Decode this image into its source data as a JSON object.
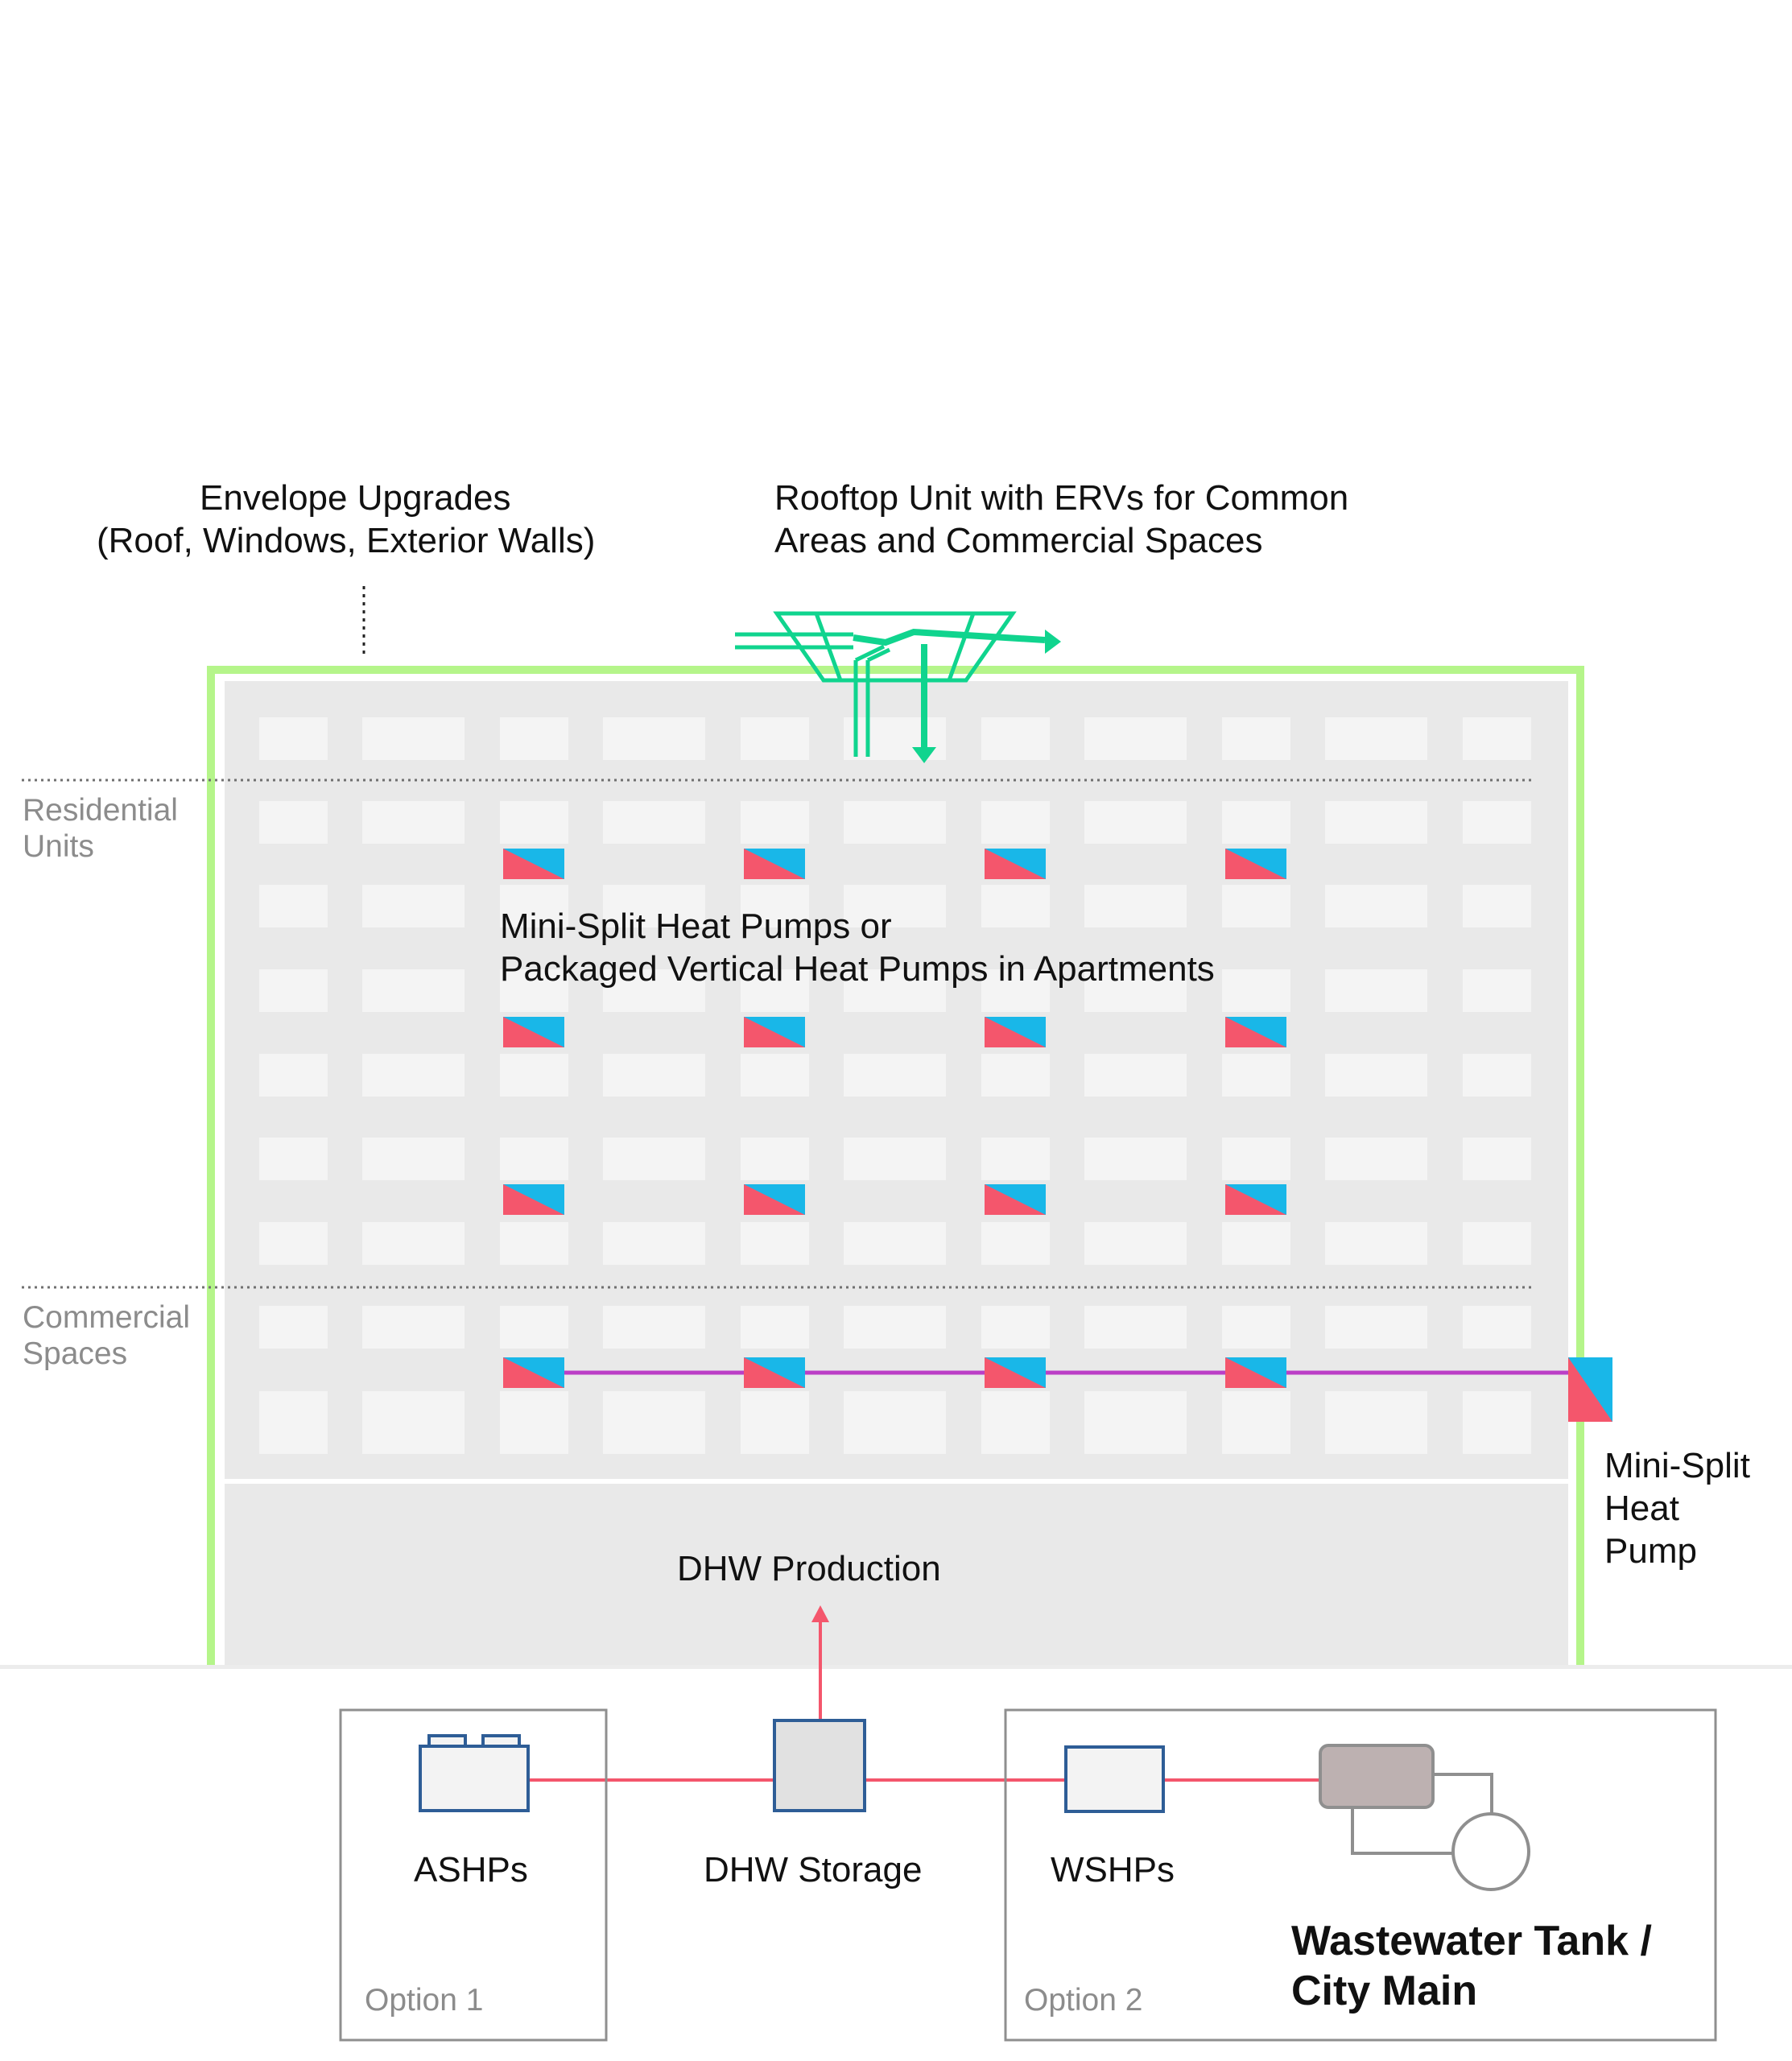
{
  "labels": {
    "envelope": {
      "line1": "Envelope Upgrades",
      "line2": "(Roof, Windows, Exterior Walls)"
    },
    "rooftop": {
      "line1": "Rooftop Unit with ERVs for Common",
      "line2": "Areas and Commercial Spaces"
    },
    "residential": {
      "line1": "Residential",
      "line2": "Units"
    },
    "commercial": {
      "line1": "Commercial",
      "line2": "Spaces"
    },
    "apartments": {
      "line1": "Mini-Split Heat Pumps or",
      "line2": "Packaged Vertical Heat Pumps in Apartments"
    },
    "minisplit": {
      "line1": "Mini-Split",
      "line2": "Heat",
      "line3": "Pump"
    },
    "dhw_production": "DHW Production",
    "ashps": "ASHPs",
    "dhw_storage": "DHW Storage",
    "wshps": "WSHPs",
    "wastewater": {
      "line1": "Wastewater Tank /",
      "line2": "City Main"
    },
    "option1": "Option 1",
    "option2": "Option 2"
  },
  "colors": {
    "envelope_outline": "#b5f58a",
    "erv": "#10d48e",
    "heat_pump_red": "#f4566c",
    "heat_pump_blue": "#19b7e8",
    "refrigerant_line": "#bb3fc6",
    "dhw_pipe": "#f4566c",
    "equipment_blue": "#2e5d96",
    "building_fill": "#e9e9e9",
    "window_fill": "#f4f4f4",
    "tank_fill": "#bdb1b1"
  },
  "icons": {
    "heat_pump": "mini-split-heat-pump-icon",
    "erv": "rooftop-erv-icon",
    "ashp": "air-source-heat-pump-icon",
    "storage": "storage-tank-icon",
    "wshp": "water-source-heat-pump-icon",
    "wastewater": "wastewater-tank-icon"
  }
}
